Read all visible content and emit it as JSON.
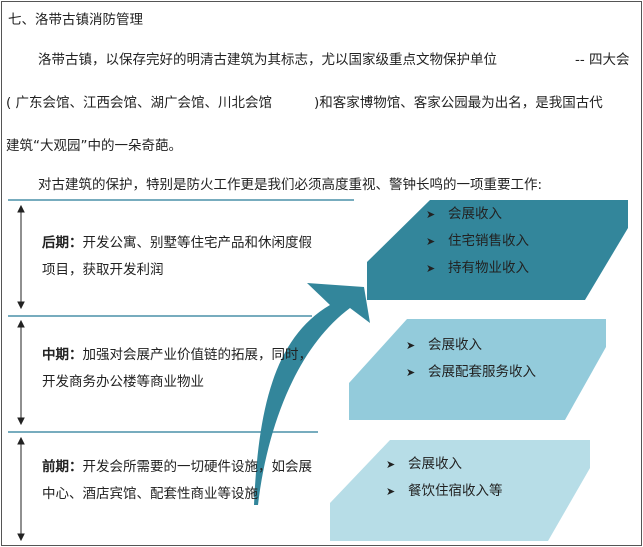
{
  "heading": "七、洛带古镇消防管理",
  "paragraph1": {
    "line1": "洛带古镇，以保存完好的明清古建筑为其标志，尤以国家级重点文物保护单位",
    "line1_tail": "-- 四大会",
    "line2": "( 广东会馆、江西会馆、湖广会馆、川北会馆",
    "line2_tail": ")和客家博物馆、客家公园最为出名，是我国古代",
    "line3": "建筑“大观园”中的一朵奇葩。"
  },
  "paragraph2": "对古建筑的保护，特别是防火工作更是我们必须高度重视、警钟长鸣的一项重要工作:",
  "diagram": {
    "stages": [
      {
        "label": "后期",
        "sep": "：",
        "text": "开发公寓、别墅等住宅产品和休闲度假项目，获取开发利润",
        "incomes": [
          "会展收入",
          "住宅销售收入",
          "持有物业收入"
        ]
      },
      {
        "label": "中期",
        "sep": "：",
        "text": "加强对会展产业价值链的拓展，同时，开发商务办公楼等商业物业",
        "incomes": [
          "会展收入",
          "会展配套服务收入"
        ]
      },
      {
        "label": "前期",
        "sep": "：",
        "text": "开发会所需要的一切硬件设施，如会展中心、酒店宾馆、配套性商业等设施",
        "incomes": [
          "会展收入",
          "餐饮住宿收入等"
        ]
      }
    ],
    "bullet_icon": "arrow-bullet-icon",
    "colors": {
      "dark": "#33869b",
      "mid": "#93cbdb",
      "light": "#b7dde7",
      "line": "#4a90a8"
    }
  }
}
